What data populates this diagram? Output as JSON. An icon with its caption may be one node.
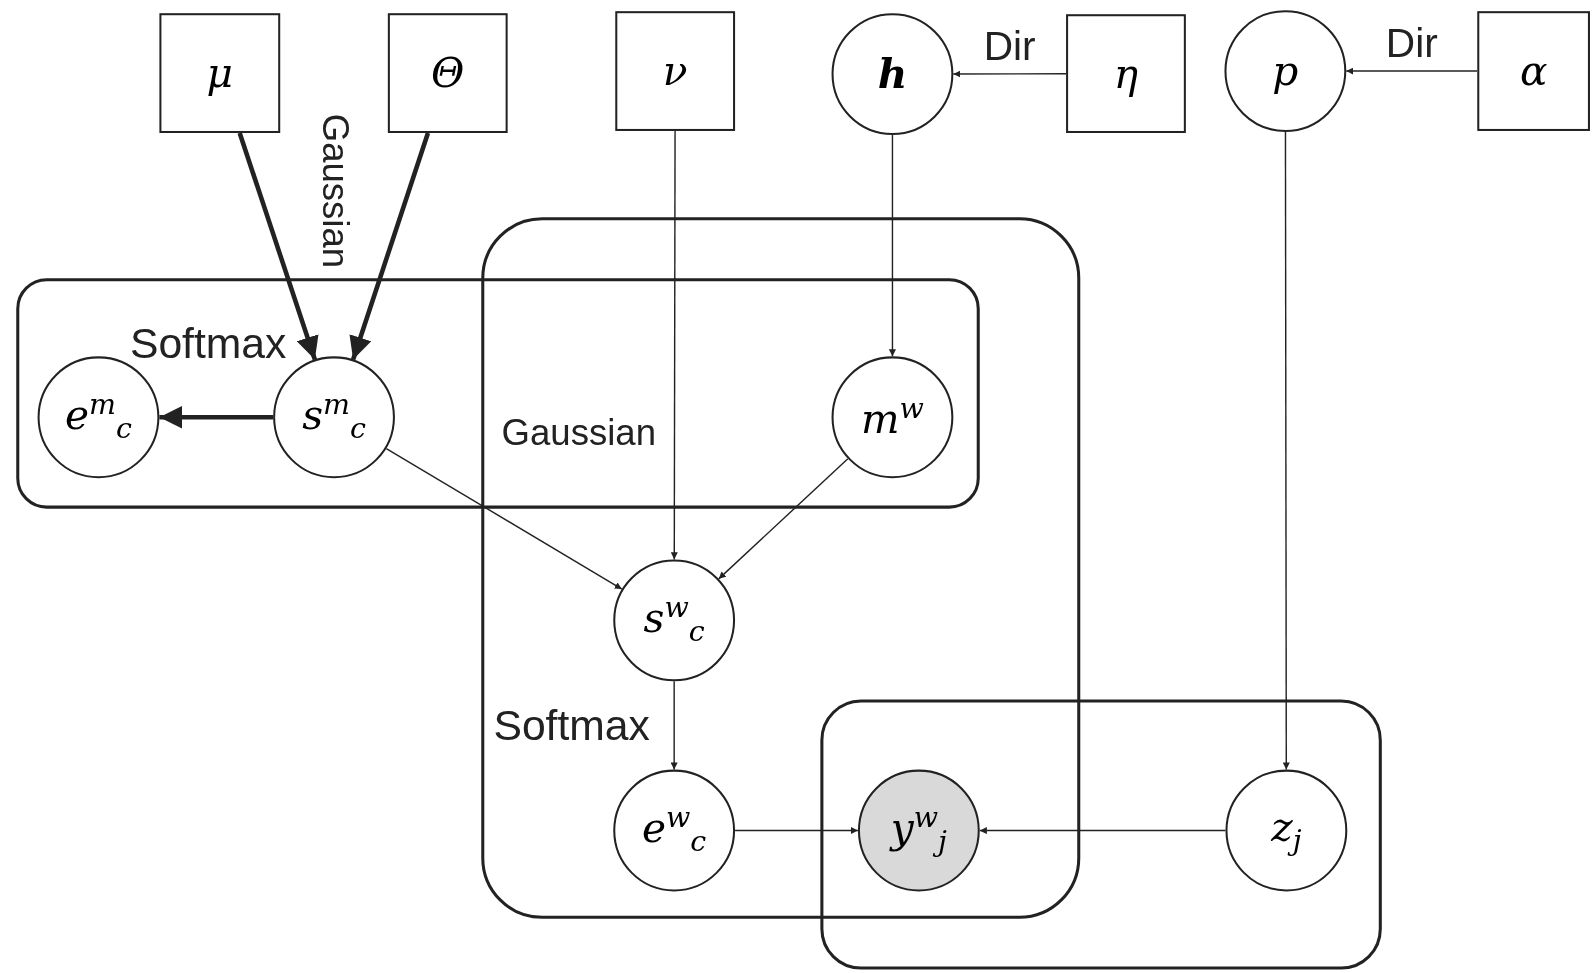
{
  "diagram": {
    "nodes": [
      {
        "text": [
          "μ"
        ]
      },
      {
        "text": [
          "Θ"
        ]
      },
      {
        "text": [
          "ν"
        ]
      },
      {
        "text": [
          "h"
        ]
      },
      {
        "text": [
          "η"
        ]
      },
      {
        "text": [
          "p"
        ]
      },
      {
        "text": [
          "α"
        ]
      },
      {
        "text": [],
        "shape": "box"
      },
      {
        "text": [],
        "shape": "box"
      },
      {
        "text": [
          "e$^{m}$$_{c}$"
        ],
        "in": 8
      },
      {
        "text": [
          "s$^{m}$$_{c}$"
        ],
        "in": 8
      },
      {
        "text": [
          "m$^{w}$"
        ]
      },
      {
        "text": [
          "s$^{w}$$_{c}$"
        ],
        "in": 7
      },
      {
        "text": [],
        "shape": "box"
      },
      {
        "text": [
          "e$^{w}$$_{c}$"
        ],
        "in": 7
      },
      {
        "text": [
          "y$^{w}$$_{j}$"
        ]
      },
      {
        "text": [
          "z$_{j}$"
        ],
        "in": 13
      }
    ],
    "edges": [
      {
        "from": 0,
        "to": 10,
        "arrow": "to",
        "style": "thick"
      },
      {
        "from": 1,
        "to": 10,
        "arrow": "to",
        "style": "thick"
      },
      {
        "from": 2,
        "to": 12,
        "arrow": "to"
      },
      {
        "from": 4,
        "to": 3,
        "arrow": "to",
        "label": "Dir"
      },
      {
        "from": 6,
        "to": 5,
        "arrow": "to",
        "label": "Dir"
      },
      {
        "from": 3,
        "to": 11,
        "arrow": "to"
      },
      {
        "from": 5,
        "to": 16,
        "arrow": "to"
      },
      {
        "from": 10,
        "to": 9,
        "arrow": "to",
        "style": "thick"
      },
      {
        "from": 10,
        "to": 12,
        "arrow": "to"
      },
      {
        "from": 11,
        "to": 12,
        "arrow": "to"
      },
      {
        "from": 12,
        "to": 14,
        "arrow": "to"
      },
      {
        "from": 14,
        "to": 15,
        "arrow": "to"
      },
      {
        "from": 16,
        "to": 15,
        "arrow": "to"
      }
    ],
    "labels": [
      "Gaussian",
      "Softmax",
      "Gaussian",
      "Softmax"
    ]
  }
}
